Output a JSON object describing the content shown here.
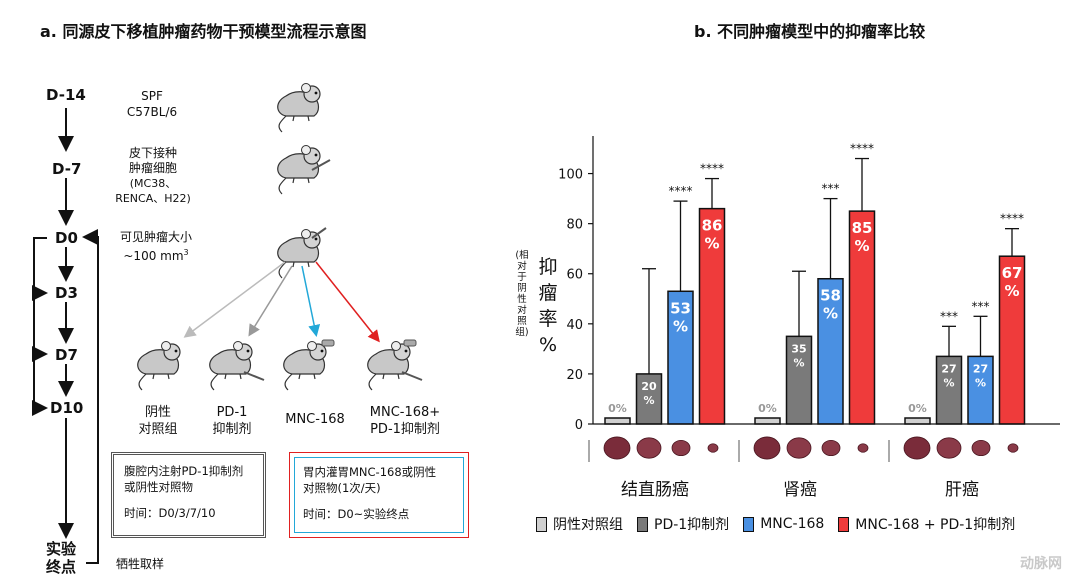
{
  "panel_a": {
    "title": "a. 同源皮下移植肿瘤药物干预模型流程示意图",
    "timeline": [
      "D-14",
      "D-7",
      "D0",
      "D3",
      "D7",
      "D10"
    ],
    "endpoint": [
      "实验",
      "终点"
    ],
    "step_spf": [
      "SPF",
      "C57BL/6"
    ],
    "step_inoc": [
      "皮下接种",
      "肿瘤细胞",
      "(MC38、",
      "RENCA、H22)"
    ],
    "step_tumor": [
      "可见肿瘤大小",
      "~100 mm"
    ],
    "step_tumor_sup": "3",
    "groups": [
      [
        "阴性",
        "对照组"
      ],
      [
        "PD-1",
        "抑制剂"
      ],
      [
        "MNC-168"
      ],
      [
        "MNC-168+",
        "PD-1抑制剂"
      ]
    ],
    "box1": [
      "腹腔内注射PD-1抑制剂",
      "或阴性对照物",
      "时间：D0/3/7/10"
    ],
    "box2": [
      "胃内灌胃MNC-168或阴性",
      "对照物(1次/天)",
      "时间：D0~实验终点"
    ],
    "end_label": "牺牲取样"
  },
  "panel_b": {
    "title": "b. 不同肿瘤模型中的抑瘤率比较",
    "ylabel_main": [
      "抑",
      "瘤",
      "率",
      "%"
    ],
    "ylabel_sub": "(相对于阴性对照组)",
    "legend": [
      "阴性对照组",
      "PD-1抑制剂",
      "MNC-168",
      "MNC-168 + PD-1抑制剂"
    ],
    "colors": [
      "#d0d0d0",
      "#7a7a7a",
      "#4a90e2",
      "#ef3b3b"
    ],
    "watermark": "动脉网"
  },
  "chart_data": {
    "type": "bar",
    "categories": [
      "结直肠癌",
      "肾癌",
      "肝癌"
    ],
    "ylim": [
      0,
      115
    ],
    "yticks": [
      0,
      20,
      40,
      60,
      80,
      100
    ],
    "series": [
      {
        "name": "阴性对照组",
        "values": [
          0,
          0,
          0
        ],
        "err_upper": [
          null,
          null,
          null
        ],
        "labels": [
          "0%",
          "0%",
          "0%"
        ],
        "sig": [
          "",
          "",
          ""
        ]
      },
      {
        "name": "PD-1抑制剂",
        "values": [
          20,
          35,
          27
        ],
        "err_upper": [
          62,
          61,
          39
        ],
        "labels": [
          "20\n%",
          "35\n%",
          "27\n%"
        ],
        "sig": [
          "",
          "",
          "***"
        ]
      },
      {
        "name": "MNC-168",
        "values": [
          53,
          58,
          27
        ],
        "err_upper": [
          89,
          90,
          43
        ],
        "labels": [
          "53\n%",
          "58\n%",
          "27\n%"
        ],
        "sig": [
          "****",
          "***",
          "***"
        ]
      },
      {
        "name": "MNC-168 + PD-1抑制剂",
        "values": [
          86,
          85,
          67
        ],
        "err_upper": [
          98,
          106,
          78
        ],
        "labels": [
          "86\n%",
          "85\n%",
          "67\n%"
        ],
        "sig": [
          "****",
          "****",
          "****"
        ]
      }
    ]
  }
}
